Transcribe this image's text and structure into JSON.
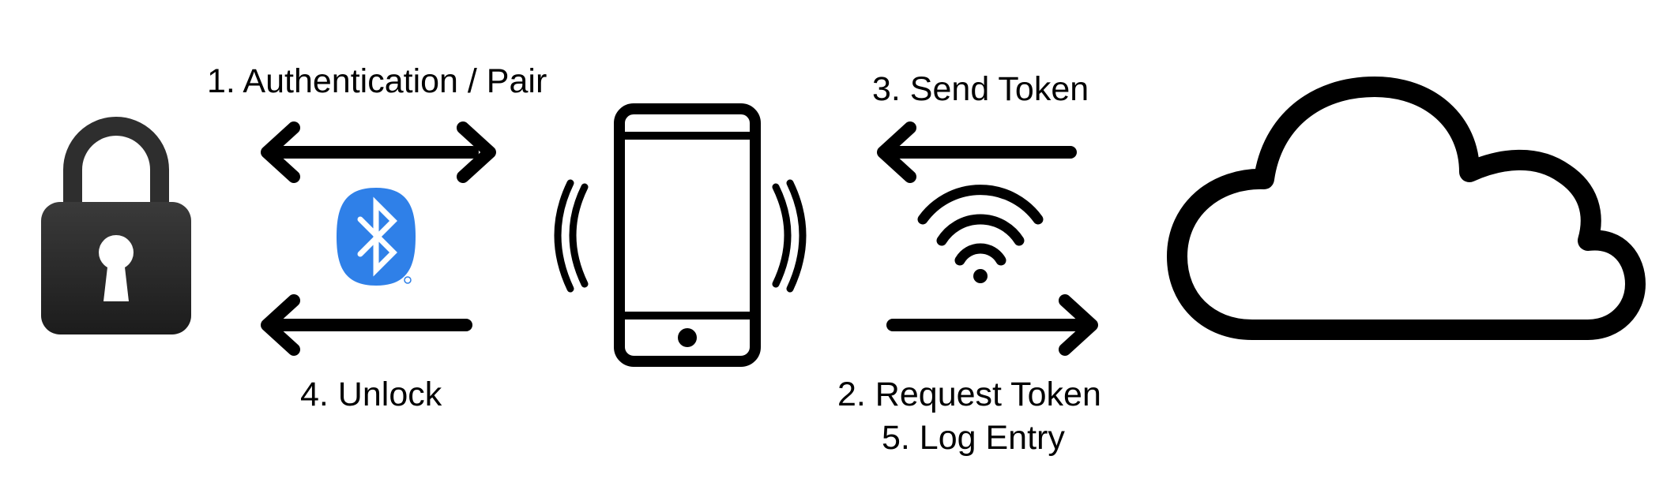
{
  "steps": {
    "step1": "1. Authentication / Pair",
    "step2": "2. Request Token",
    "step3": "3. Send Token",
    "step4": "4. Unlock",
    "step5": "5. Log Entry"
  },
  "icons": {
    "lock": "padlock-icon",
    "bluetooth": "bluetooth-icon",
    "phone": "smartphone-icon",
    "wifi": "wifi-icon",
    "cloud": "cloud-icon"
  },
  "colors": {
    "bluetooth_blue": "#2f80e8",
    "lock_body": "#2a2a2a",
    "stroke": "#000000"
  }
}
